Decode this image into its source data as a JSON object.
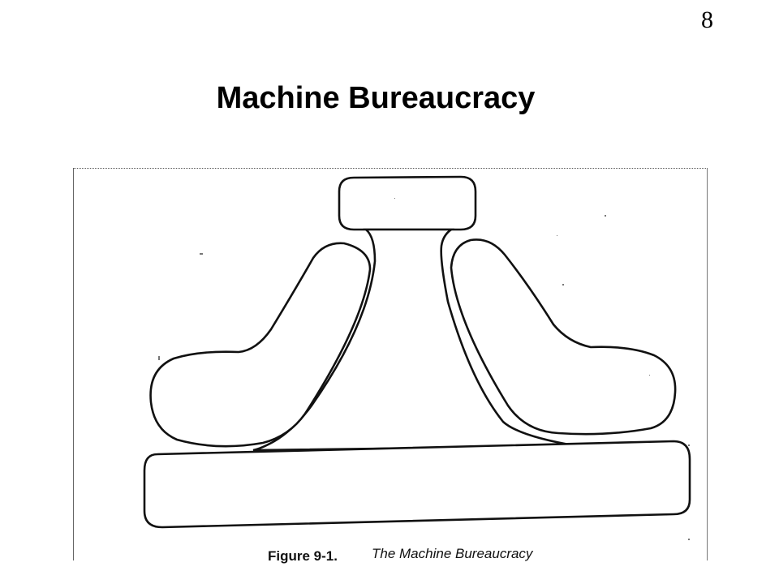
{
  "page": {
    "number": "8",
    "title": "Machine Bureaucracy"
  },
  "figure": {
    "label": "Figure 9-1.",
    "caption": "The Machine Bureaucracy",
    "parts": [
      {
        "id": "strategic-apex"
      },
      {
        "id": "middle-line"
      },
      {
        "id": "technostructure"
      },
      {
        "id": "support-staff"
      },
      {
        "id": "operating-core"
      }
    ]
  },
  "colors": {
    "stroke": "#111111",
    "background": "#ffffff"
  }
}
